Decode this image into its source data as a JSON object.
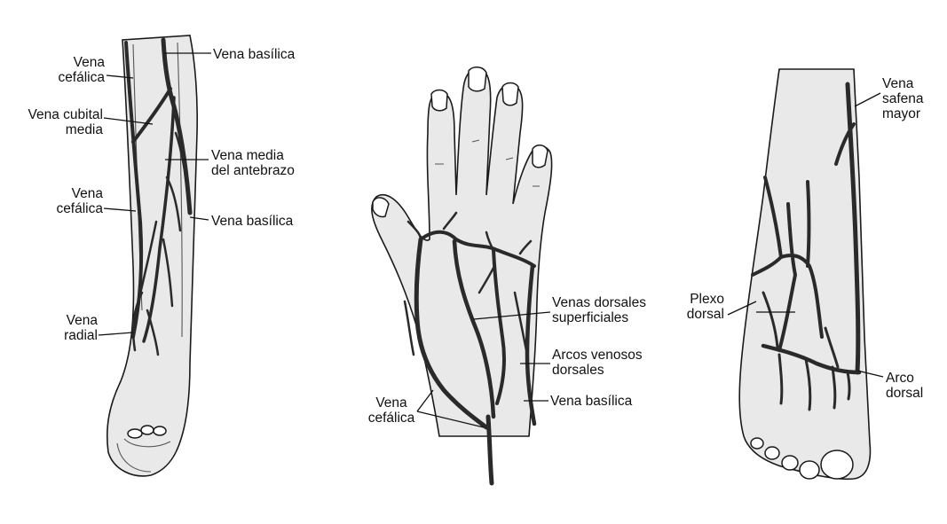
{
  "figures": [
    {
      "id": "forearm",
      "labels": {
        "vena_cefalica_top": [
          "Vena",
          "cefálica"
        ],
        "vena_basilica_top": [
          "Vena basílica"
        ],
        "vena_cubital_media": [
          "Vena cubital",
          "media"
        ],
        "vena_media_antebrazo": [
          "Vena media",
          "del antebrazo"
        ],
        "vena_cefalica_mid": [
          "Vena",
          "cefálica"
        ],
        "vena_basilica_mid": [
          "Vena basílica"
        ],
        "vena_radial": [
          "Vena",
          "radial"
        ]
      }
    },
    {
      "id": "hand",
      "labels": {
        "venas_dorsales": [
          "Venas dorsales",
          "superficiales"
        ],
        "arcos_venosos": [
          "Arcos venosos",
          "dorsales"
        ],
        "vena_cefalica": [
          "Vena",
          "cefálica"
        ],
        "vena_basilica": [
          "Vena basílica"
        ]
      }
    },
    {
      "id": "foot",
      "labels": {
        "vena_safena": [
          "Vena",
          "safena",
          "mayor"
        ],
        "plexo_dorsal": [
          "Plexo",
          "dorsal"
        ],
        "arco_dorsal": [
          "Arco",
          "dorsal"
        ]
      }
    }
  ]
}
